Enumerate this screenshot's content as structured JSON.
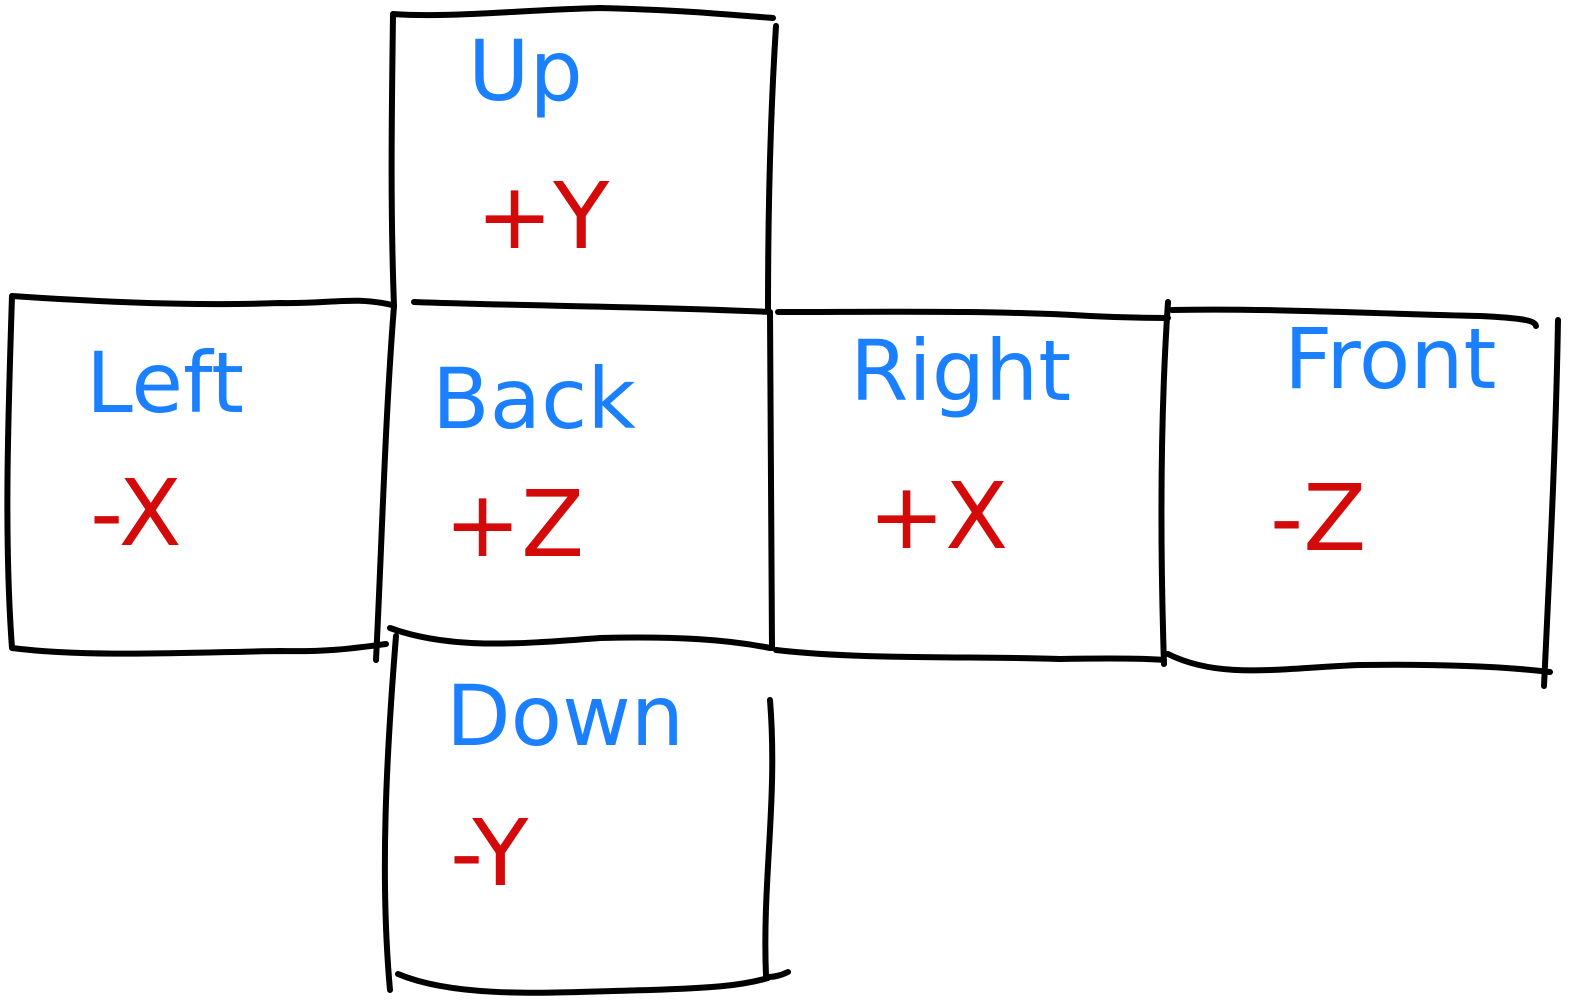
{
  "colors": {
    "outline": "#000000",
    "face_name": "#1a80ff",
    "axis_label": "#d40a0a",
    "background": "#ffffff"
  },
  "faces": {
    "up": {
      "name": "Up",
      "axis": "+Y"
    },
    "left": {
      "name": "Left",
      "axis": "-X"
    },
    "back": {
      "name": "Back",
      "axis": "+Z"
    },
    "right": {
      "name": "Right",
      "axis": "+X"
    },
    "front": {
      "name": "Front",
      "axis": "-Z"
    },
    "down": {
      "name": "Down",
      "axis": "-Y"
    }
  }
}
